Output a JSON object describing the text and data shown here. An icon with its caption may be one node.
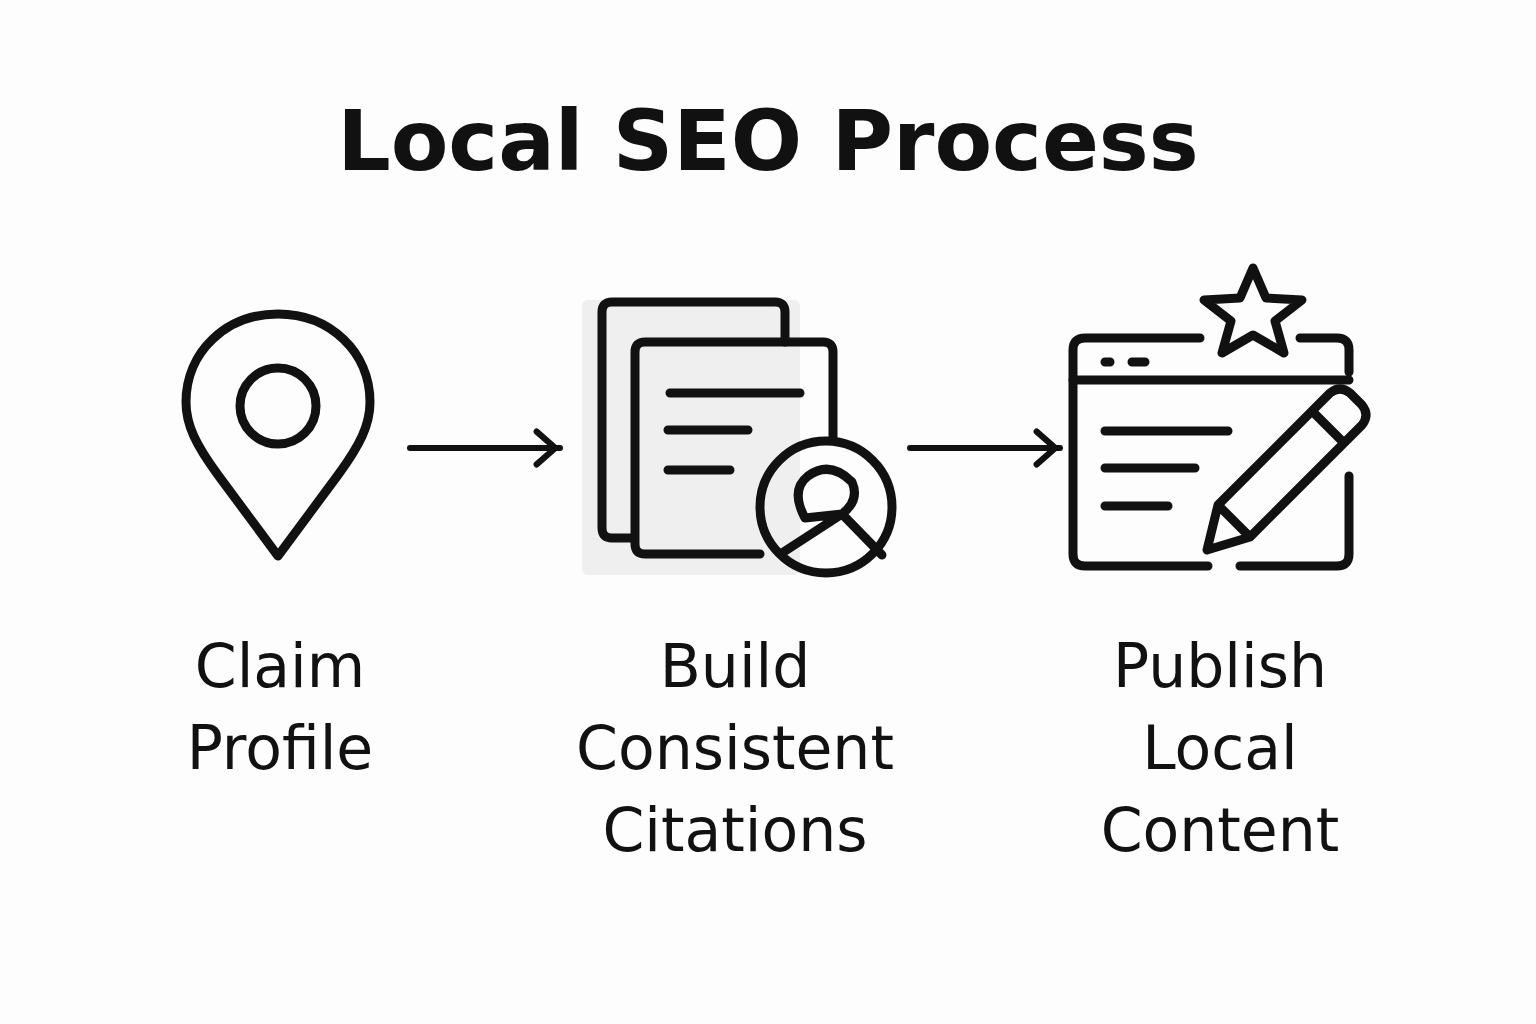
{
  "diagram": {
    "title": "Local SEO Process",
    "nodes": [
      {
        "text": [
          "Claim Profile"
        ]
      },
      {
        "text": [
          "Build Consistent Citations"
        ]
      },
      {
        "text": [
          "Publish Local Content"
        ]
      }
    ],
    "edges": [
      {
        "from": 0,
        "to": 1,
        "arrow": "to"
      },
      {
        "from": 1,
        "to": 2,
        "arrow": "to"
      }
    ]
  }
}
